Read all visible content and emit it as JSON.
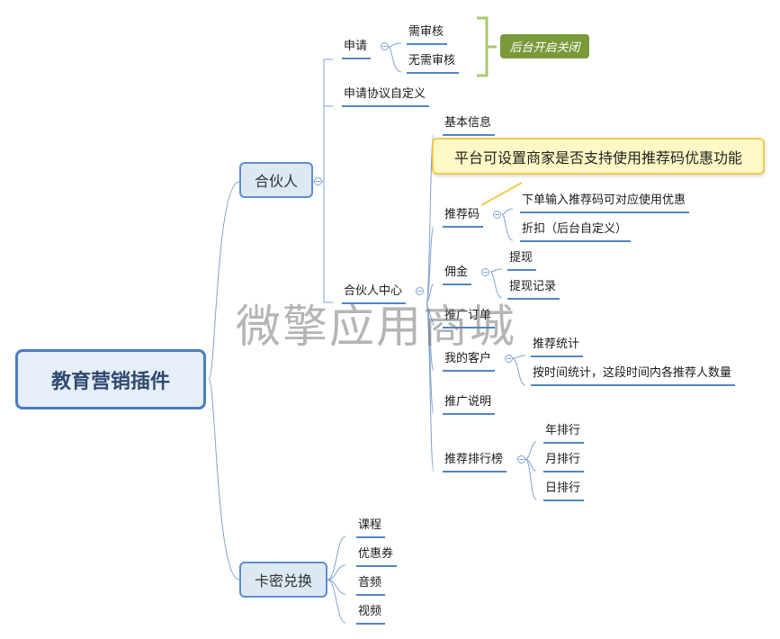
{
  "root": "教育营销插件",
  "branches": {
    "partner": "合伙人",
    "card": "卡密兑换"
  },
  "partner": {
    "apply": "申请",
    "need_review": "需审核",
    "no_review": "无需审核",
    "backend_toggle": "后台开启关闭",
    "agreement": "申请协议自定义",
    "center": "合伙人中心"
  },
  "center": {
    "basic_info": "基本信息",
    "referral_code": "推荐码",
    "referral_note": "平台可设置商家是否支持使用推荐码优惠功能",
    "discount_order": "下单输入推荐码可对应使用优惠",
    "discount": "折扣（后台自定义）",
    "commission": "佣金",
    "withdraw": "提现",
    "withdraw_record": "提现记录",
    "promo_order": "推广订单",
    "my_customers": "我的客户",
    "ref_stats": "推荐统计",
    "time_stats": "按时间统计，这段时间内各推荐人数量",
    "promo_desc": "推广说明",
    "ranking": "推荐排行榜",
    "year_rank": "年排行",
    "month_rank": "月排行",
    "day_rank": "日排行"
  },
  "card": {
    "course": "课程",
    "coupon": "优惠券",
    "audio": "音频",
    "video": "视频"
  },
  "watermark": "微擎应用商城",
  "colors": {
    "line": "#5b8fd1",
    "green": "#7a9a3a",
    "bracket": "#a8c870"
  }
}
